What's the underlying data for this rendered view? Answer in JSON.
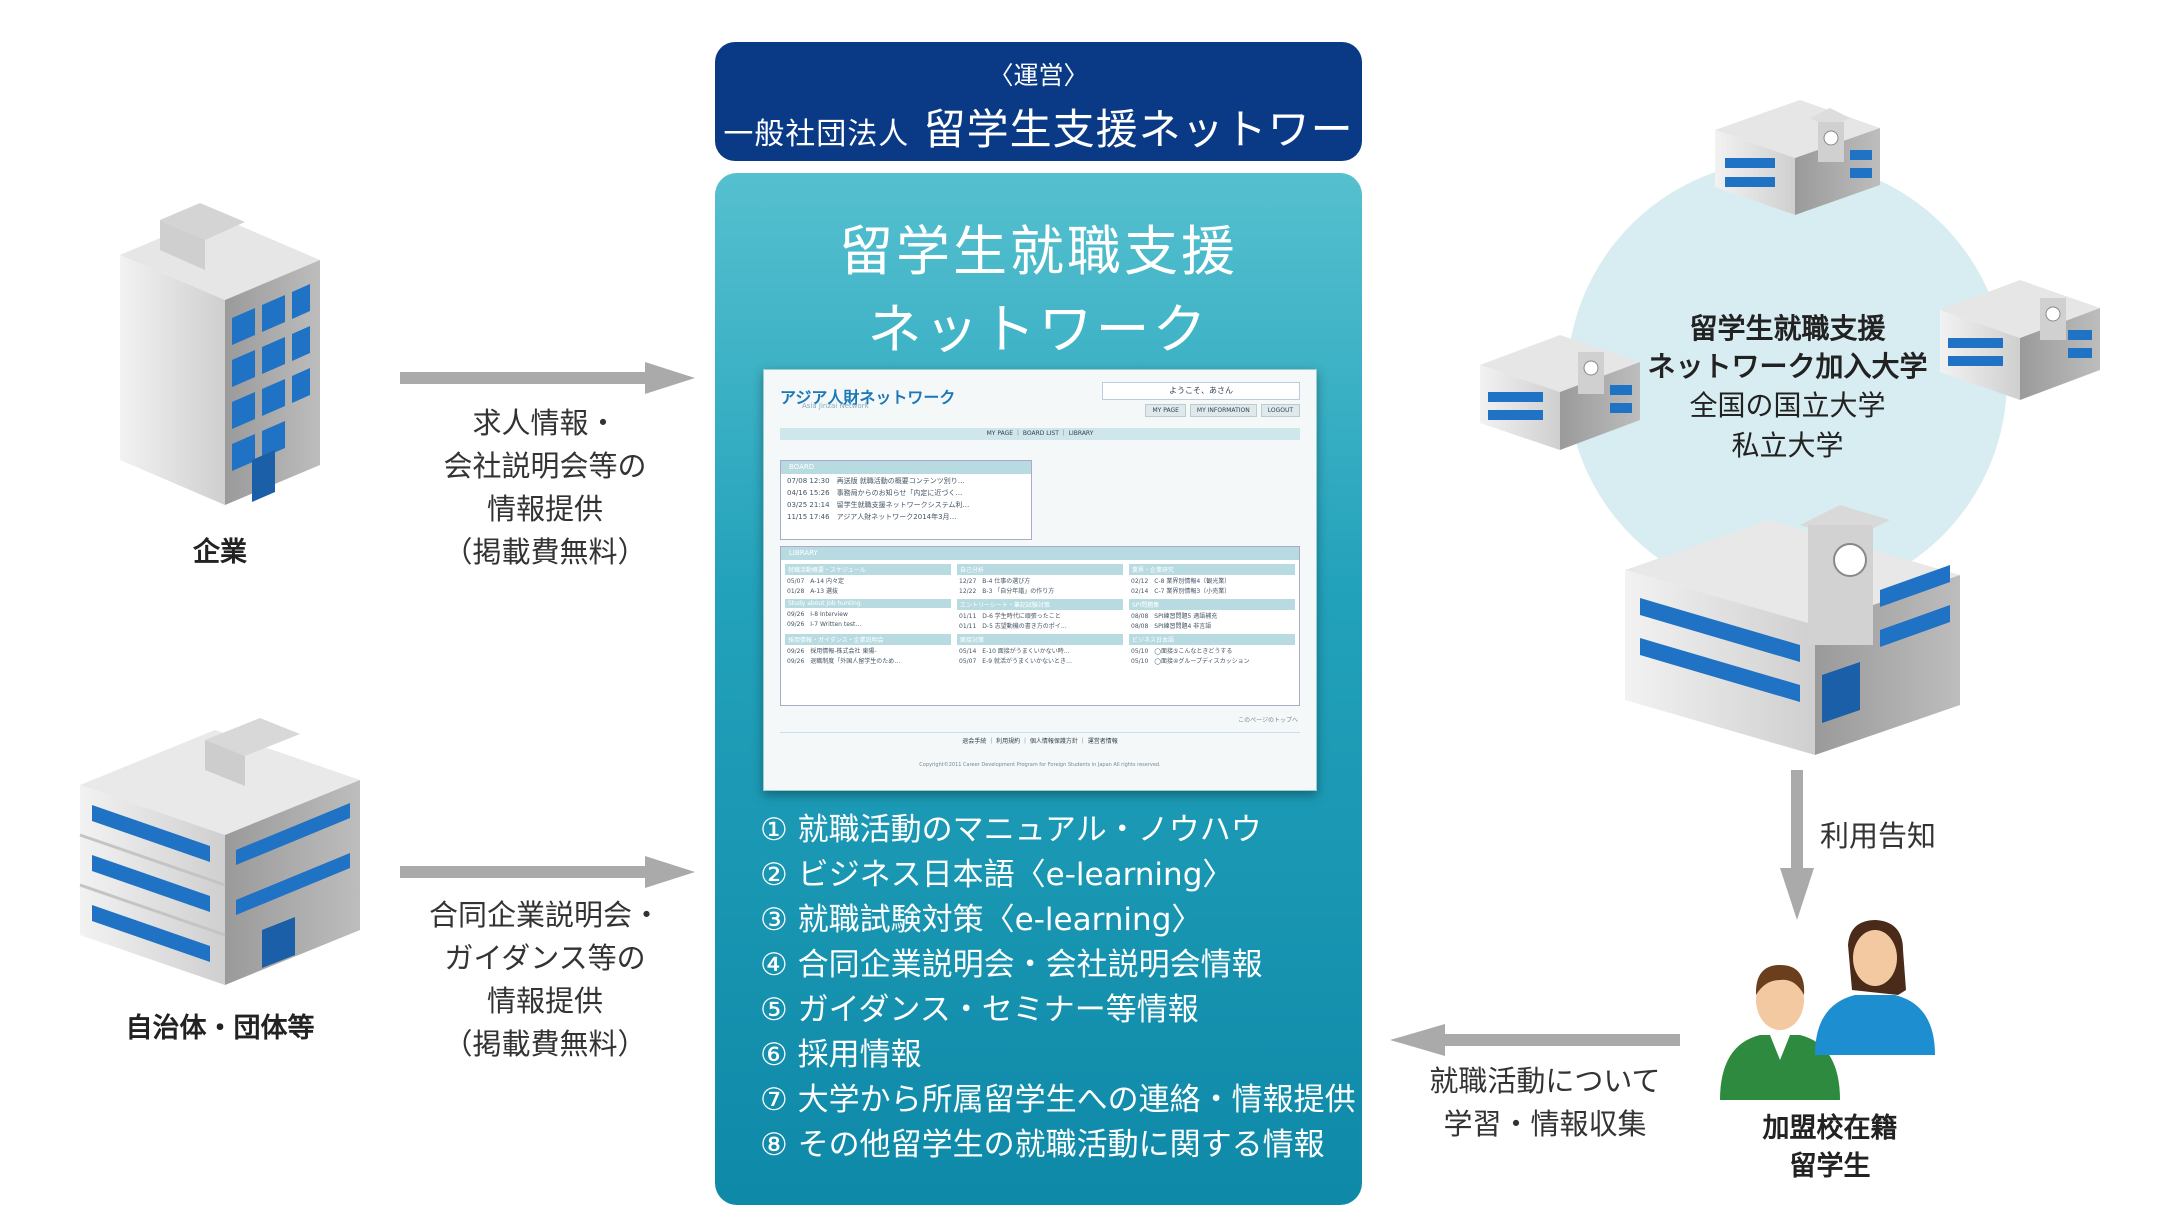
{
  "operator": {
    "tag": "〈運営〉",
    "org_prefix": "一般社団法人",
    "org_name": "留学生支援ネットワーク"
  },
  "panel": {
    "title_line1": "留学生就職支援",
    "title_line2": "ネットワーク",
    "features": [
      "① 就職活動のマニュアル・ノウハウ",
      "② ビジネス日本語〈e-learning〉",
      "③ 就職試験対策〈e-learning〉",
      "④ 合同企業説明会・会社説明会情報",
      "⑤ ガイダンス・セミナー等情報",
      "⑥ 採用情報",
      "⑦ 大学から所属留学生への連絡・情報提供",
      "⑧ その他留学生の就職活動に関する情報"
    ]
  },
  "site": {
    "logo": "アジア人財ネットワーク",
    "logo_sub": "Asia Jinzai Network",
    "welcome": "ようこそ、あさん",
    "buttons": [
      "MY PAGE",
      "MY INFORMATION",
      "LOGOUT"
    ],
    "nav": "MY PAGE ｜ BOARD LIST ｜ LIBRARY",
    "board_title": "BOARD",
    "board_rows": [
      "07/08 12:30　再送版 就職活動の概要コンテンツ別り…",
      "04/16 15:26　事務局からのお知らせ「内定に近づく…",
      "03/25 21:14　留学生就職支援ネットワークシステム利…",
      "11/15 17:46　アジア人財ネットワーク2014年3月…"
    ],
    "library_title": "LIBRARY",
    "library_cells": [
      {
        "h": "就職活動概要・スケジュール",
        "r": [
          "05/07　A-14 内々定",
          "01/28　A-13 選抜"
        ]
      },
      {
        "h": "自己分析",
        "r": [
          "12/27　B-4 仕事の選び方",
          "12/22　B-3 「自分年譜」の作り方"
        ]
      },
      {
        "h": "業界・企業研究",
        "r": [
          "02/12　C-8 業界別情報4〔観光業〕",
          "02/14　C-7 業界別情報3〔小売業〕"
        ]
      },
      {
        "h": "Study about Job hunting",
        "r": [
          "09/26　I-8 Interview",
          "09/26　I-7 Written test…"
        ]
      },
      {
        "h": "エントリーシート・筆記試験対策",
        "r": [
          "01/11　D-6 学生時代に頑張ったこと",
          "01/11　D-5 志望動機の書き方のポイ…"
        ]
      },
      {
        "h": "SPI問題集",
        "r": [
          "08/08　SPI練習問題5 適語補充",
          "08/08　SPI練習問題4 非言語"
        ]
      },
      {
        "h": "採用情報・ガイダンス・企業説明会",
        "r": [
          "09/26　採用情報-株式会社 東陽-",
          "09/26　退職制度「外国人留学生のため…"
        ]
      },
      {
        "h": "面接対策",
        "r": [
          "05/14　E-10 面接がうまくいかない時…",
          "05/07　E-9 就活がうまくいかないとき…"
        ]
      },
      {
        "h": "ビジネス日本語",
        "r": [
          "05/10　◯面接⑤こんなときどうする",
          "05/10　◯面接④グループディスカッション"
        ]
      }
    ],
    "more": "このページのトップへ",
    "footer_links": "退会手続 ｜ 利用規約 ｜ 個人情報保護方針 ｜ 運営者情報",
    "copyright": "Copyright©2011 Career Development Program for Foreign Students in Japan All rights reserved."
  },
  "left": {
    "company": "企業",
    "company_flow": [
      "求人情報・",
      "会社説明会等の",
      "情報提供",
      "（掲載費無料）"
    ],
    "local_gov": "自治体・団体等",
    "local_gov_flow": [
      "合同企業説明会・",
      "ガイダンス等の",
      "情報提供",
      "（掲載費無料）"
    ]
  },
  "right": {
    "univ_title1": "留学生就職支援",
    "univ_title2": "ネットワーク加入大学",
    "univ_note1": "全国の国立大学",
    "univ_note2": "私立大学",
    "notice": "利用告知",
    "students1": "加盟校在籍",
    "students2": "留学生",
    "learn_flow": [
      "就職活動について",
      "学習・情報収集"
    ]
  },
  "colors": {
    "operator_bg": "#0a3a86",
    "panel_top": "#55c0cf",
    "panel_bottom": "#0e89a8",
    "arrow": "#aaaaaa",
    "circle": "#d8edf1"
  }
}
